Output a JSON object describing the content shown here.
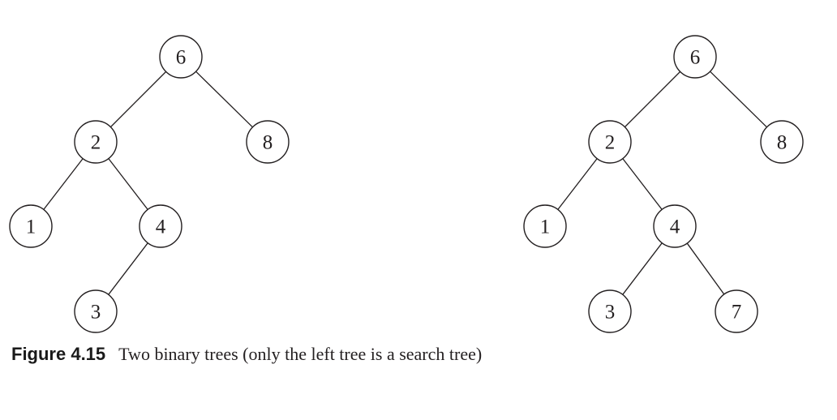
{
  "figure": {
    "caption": {
      "number": "Figure 4.15",
      "text": "Two binary trees (only the left tree is a search tree)"
    },
    "trees": [
      {
        "name": "left-tree",
        "nodes": [
          {
            "id": "6",
            "label": "6"
          },
          {
            "id": "2",
            "label": "2"
          },
          {
            "id": "8",
            "label": "8"
          },
          {
            "id": "1",
            "label": "1"
          },
          {
            "id": "4",
            "label": "4"
          },
          {
            "id": "3",
            "label": "3"
          }
        ],
        "edges": [
          [
            "6",
            "2"
          ],
          [
            "6",
            "8"
          ],
          [
            "2",
            "1"
          ],
          [
            "2",
            "4"
          ],
          [
            "4",
            "3"
          ]
        ]
      },
      {
        "name": "right-tree",
        "nodes": [
          {
            "id": "6",
            "label": "6"
          },
          {
            "id": "2",
            "label": "2"
          },
          {
            "id": "8",
            "label": "8"
          },
          {
            "id": "1",
            "label": "1"
          },
          {
            "id": "4",
            "label": "4"
          },
          {
            "id": "3",
            "label": "3"
          },
          {
            "id": "7",
            "label": "7"
          }
        ],
        "edges": [
          [
            "6",
            "2"
          ],
          [
            "6",
            "8"
          ],
          [
            "2",
            "1"
          ],
          [
            "2",
            "4"
          ],
          [
            "4",
            "3"
          ],
          [
            "4",
            "7"
          ]
        ]
      }
    ]
  }
}
